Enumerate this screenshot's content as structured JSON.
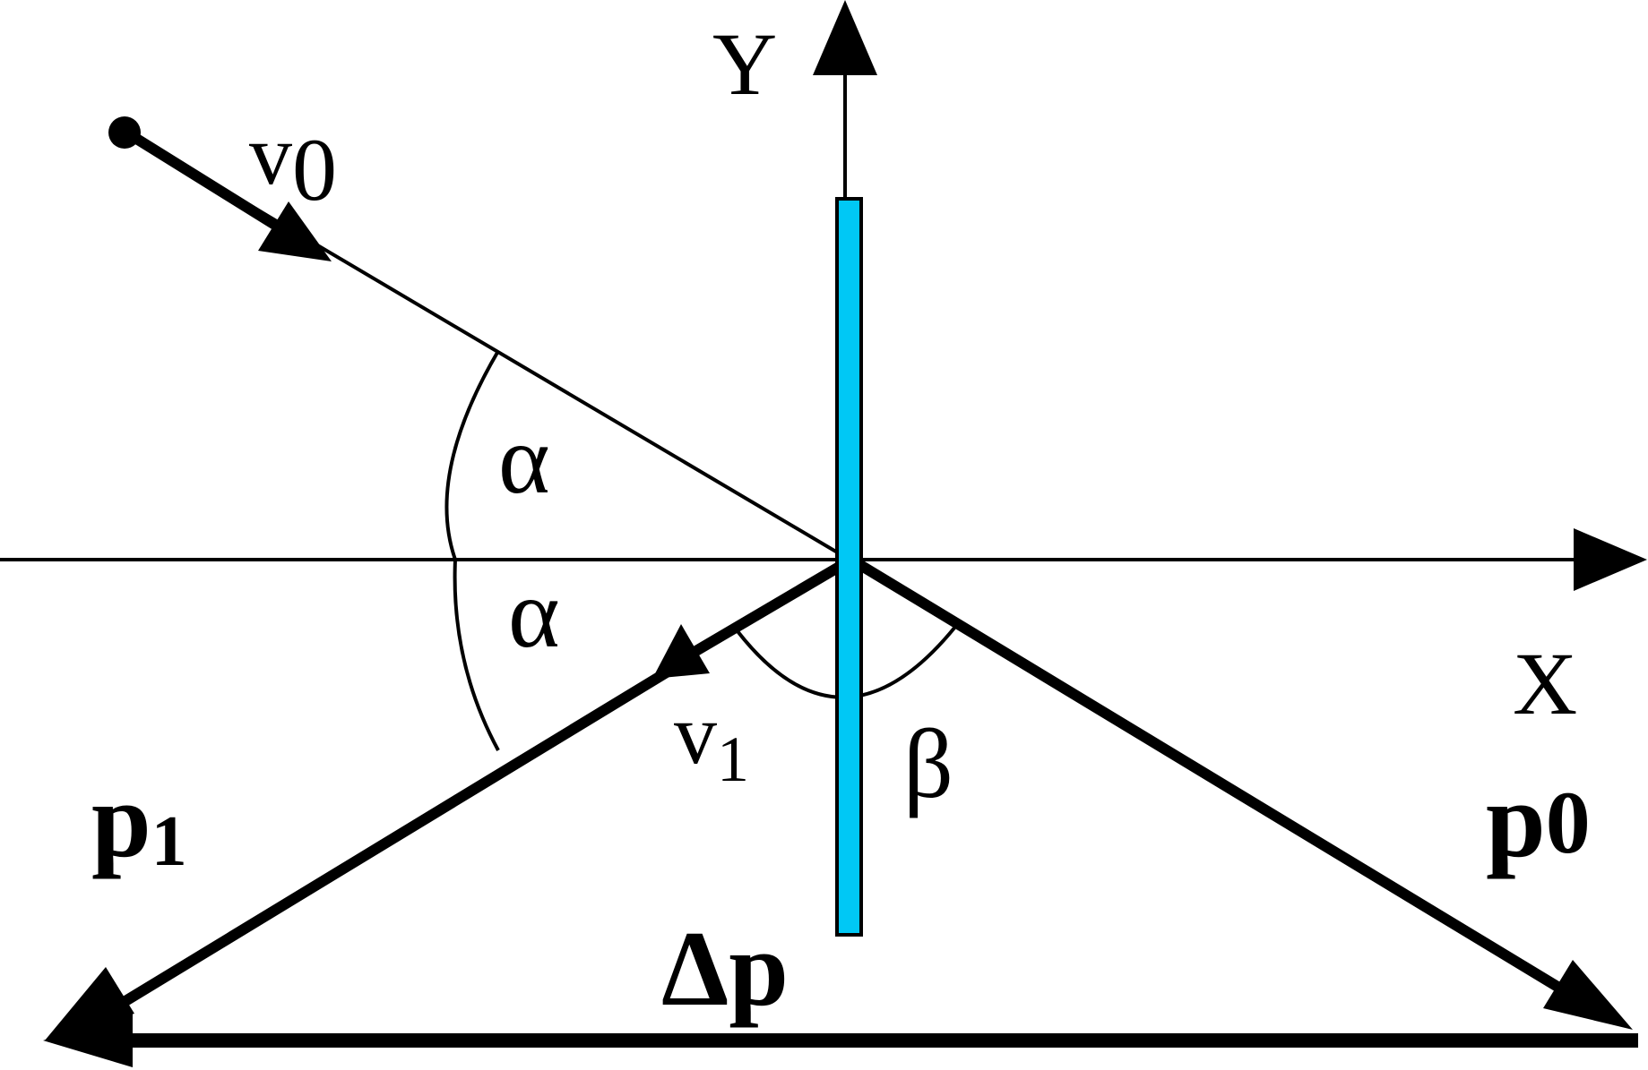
{
  "diagram": {
    "labels": {
      "y_axis": "Y",
      "x_axis": "X",
      "v0": "v",
      "v0_sub": "0",
      "v1": "v",
      "v1_sub": "1",
      "p0": "p",
      "p0_sub": "0",
      "p1": "p",
      "p1_sub": "1",
      "delta_p": "Δp",
      "alpha_top": "α",
      "alpha_bottom": "α",
      "beta": "β"
    },
    "colors": {
      "wall": "#00c8f5",
      "ink": "#000000"
    },
    "icons": {
      "wall": "wall-plate",
      "ball": "ball-dot"
    }
  }
}
